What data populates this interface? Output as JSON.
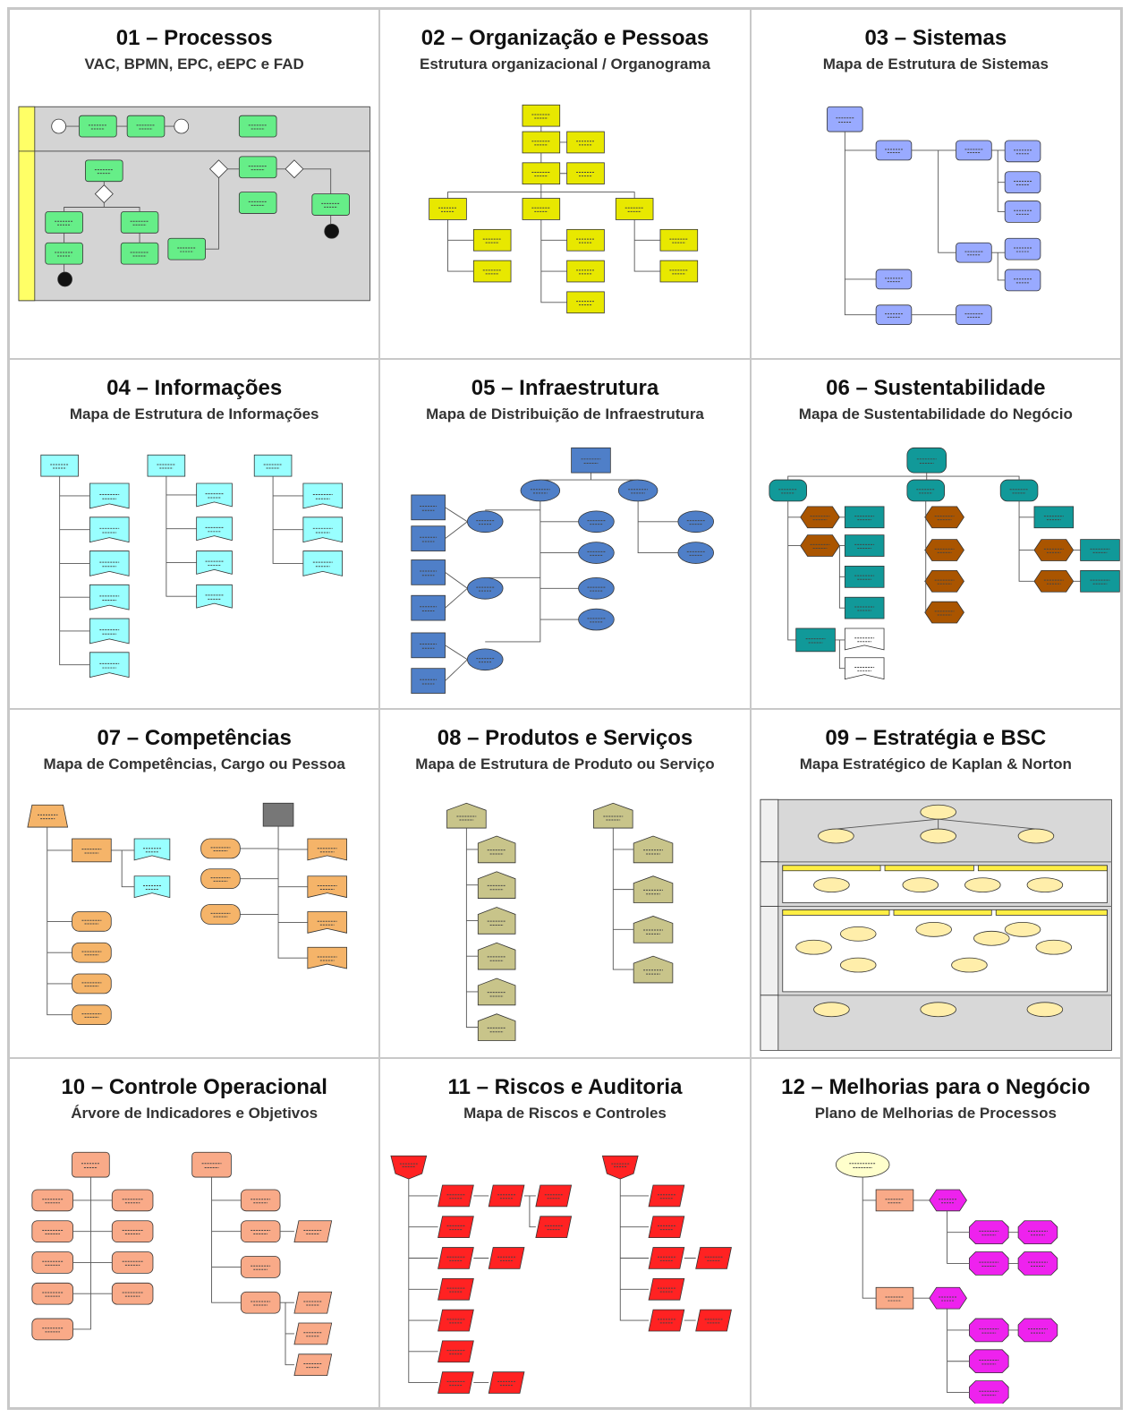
{
  "panels": [
    {
      "title": "01 – Processos",
      "subtitle": "VAC, BPMN, EPC, eEPC e FAD",
      "color": "#66ee88",
      "kind": "bpmn"
    },
    {
      "title": "02 – Organização e Pessoas",
      "subtitle": "Estrutura organizacional / Organograma",
      "color": "#e8e800",
      "kind": "org"
    },
    {
      "title": "03 – Sistemas",
      "subtitle": "Mapa de Estrutura de Sistemas",
      "color": "#99aaff",
      "kind": "systems"
    },
    {
      "title": "04 – Informações",
      "subtitle": "Mapa de Estrutura de Informações",
      "color": "#99ffff",
      "kind": "info"
    },
    {
      "title": "05 – Infraestrutura",
      "subtitle": "Mapa de Distribuição de Infraestrutura",
      "color": "#4f7fc8",
      "kind": "infra"
    },
    {
      "title": "06 – Sustentabilidade",
      "subtitle": "Mapa de Sustentabilidade do Negócio",
      "color": "#119999",
      "kind": "sustain"
    },
    {
      "title": "07 – Competências",
      "subtitle": "Mapa de Competências, Cargo ou Pessoa",
      "color": "#f5b469",
      "kind": "competence"
    },
    {
      "title": "08 – Produtos e Serviços",
      "subtitle": "Mapa de Estrutura de Produto ou Serviço",
      "color": "#c8c48a",
      "kind": "products"
    },
    {
      "title": "09 – Estratégia e BSC",
      "subtitle": "Mapa Estratégico de Kaplan & Norton",
      "color": "#ffeeaa",
      "kind": "bsc"
    },
    {
      "title": "10 – Controle Operacional",
      "subtitle": "Árvore  de Indicadores e Objetivos",
      "color": "#f9aa88",
      "kind": "kpi"
    },
    {
      "title": "11 – Riscos e Auditoria",
      "subtitle": "Mapa de Riscos e Controles",
      "color": "#ff2222",
      "kind": "risk"
    },
    {
      "title": "12 – Melhorias para o Negócio",
      "subtitle": "Plano de Melhorias de Processos",
      "color": "#ee22ee",
      "kind": "improve"
    }
  ]
}
